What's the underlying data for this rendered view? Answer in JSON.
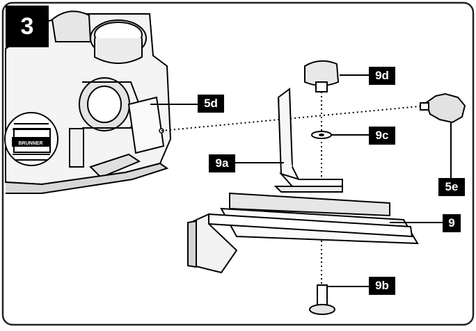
{
  "figure": {
    "number": "3"
  },
  "callouts": {
    "c5d": "5d",
    "c5e": "5e",
    "c9": "9",
    "c9a": "9a",
    "c9b": "9b",
    "c9c": "9c",
    "c9d": "9d"
  },
  "planer": {
    "brand_text": "BRUNNER"
  },
  "colors": {
    "ink": "#000000",
    "paper": "#ffffff",
    "shade": "#d9d9d9",
    "frame": "#222222"
  }
}
